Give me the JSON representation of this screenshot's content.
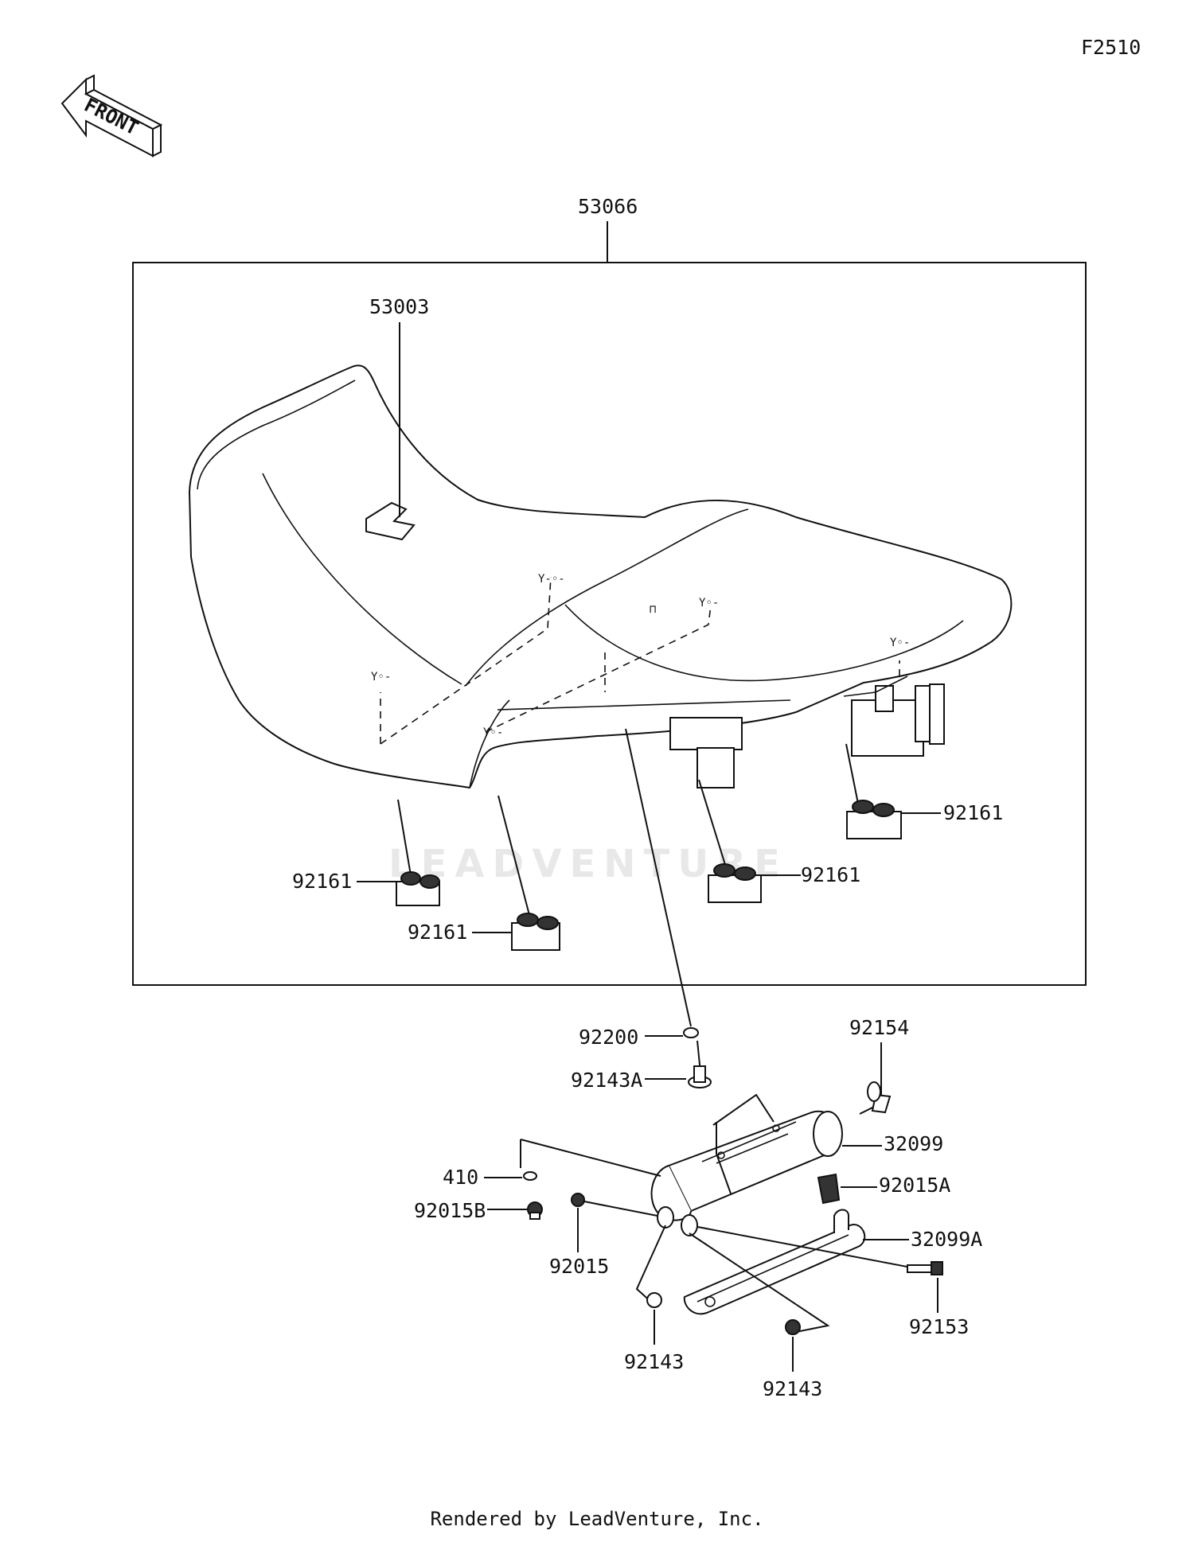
{
  "figure_code": "F2510",
  "front_label": "FRONT",
  "watermark": "LEADVENTURE",
  "parts": {
    "seat_assy": "53066",
    "label": "53003",
    "damper_1": "92161",
    "damper_2": "92161",
    "damper_3": "92161",
    "damper_4": "92161",
    "washer_92200": "92200",
    "spacer_92143A": "92143A",
    "bolt_92154": "92154",
    "case_32099": "32099",
    "clip_92015A": "92015A",
    "label_410": "410",
    "nut_92015B": "92015B",
    "nut_92015": "92015",
    "cover_32099A": "32099A",
    "bolt_92153": "92153",
    "collar_92143_left": "92143",
    "collar_92143_right": "92143"
  },
  "footer": "Rendered by LeadVenture, Inc."
}
